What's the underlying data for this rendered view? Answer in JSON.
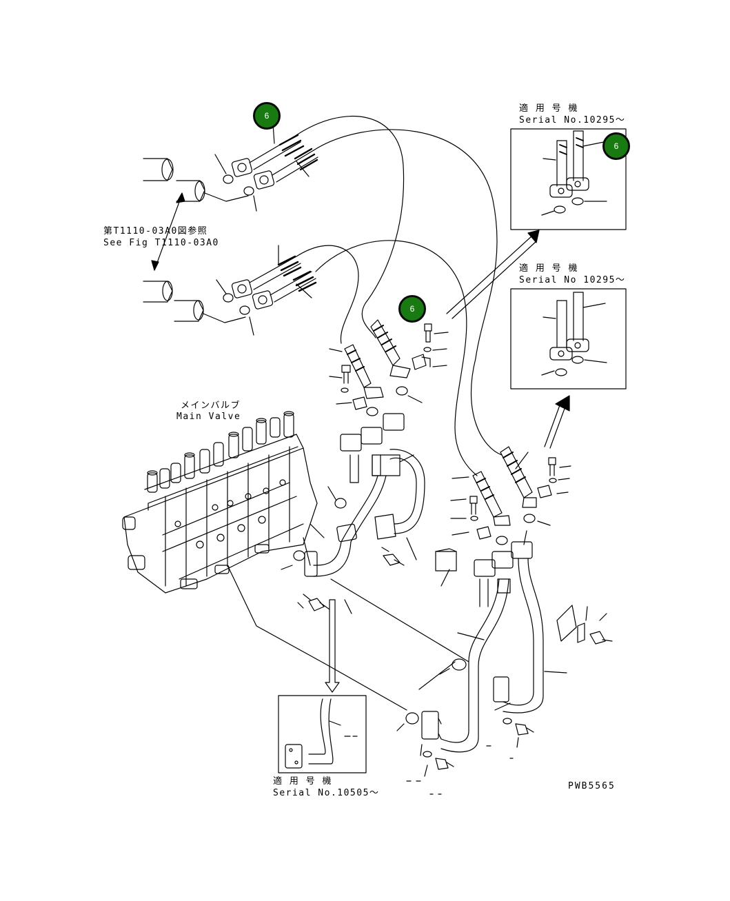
{
  "labels": {
    "serial_a_jp": "適 用 号 機",
    "serial_a_en": "Serial No.10295～",
    "serial_b_jp": "適 用 号 機",
    "serial_b_en": "Serial No 10295～",
    "serial_c_jp": "適 用 号 機",
    "serial_c_en": "Serial No.10505～",
    "ref_jp": "第T1110-03A0図参照",
    "ref_en": "See Fig T1110-03A0",
    "valve_jp": "メインバルブ",
    "valve_en": "Main Valve",
    "drawing_no": "PWB5565"
  },
  "callouts": [
    "6",
    "6",
    "6"
  ],
  "colors": {
    "callout_fill": "#1a7a12",
    "callout_border": "#0a0a0a",
    "line": "#000000"
  }
}
